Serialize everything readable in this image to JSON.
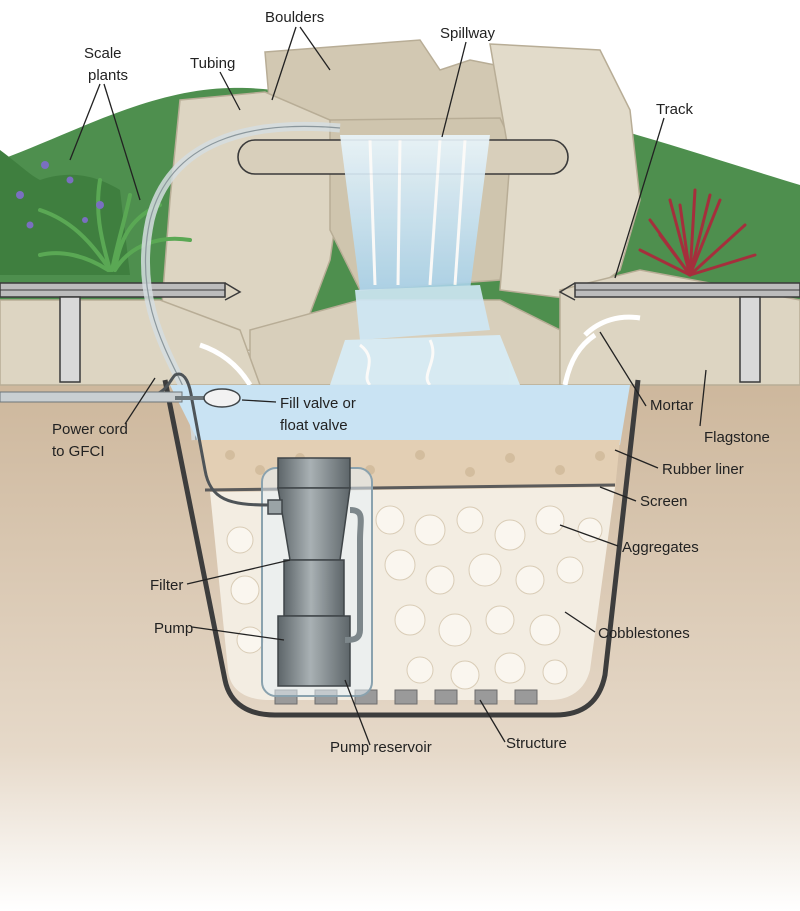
{
  "labels": {
    "scale_plants": [
      "Scale",
      "plants"
    ],
    "tubing": "Tubing",
    "boulders": "Boulders",
    "spillway": "Spillway",
    "track": "Track",
    "fill_valve": [
      "Fill valve or",
      "float valve"
    ],
    "power_cord": [
      "Power cord",
      "to GFCI"
    ],
    "mortar": "Mortar",
    "flagstone": "Flagstone",
    "rubber_liner": "Rubber liner",
    "screen": "Screen",
    "aggregates": "Aggregates",
    "filter": "Filter",
    "pump": "Pump",
    "cobblestones": "Cobblestones",
    "pump_reservoir": "Pump reservoir",
    "structure": "Structure"
  },
  "colors": {
    "soil": "#d7c4ad",
    "hill": "#4e8f4e",
    "boulder": "#d9d0bd",
    "water": "#bfdcee",
    "liner": "#3d3d3d",
    "gravel": "#e3cfb4",
    "cobble": "#f4eee4",
    "pump_metal": "#8c9599"
  }
}
